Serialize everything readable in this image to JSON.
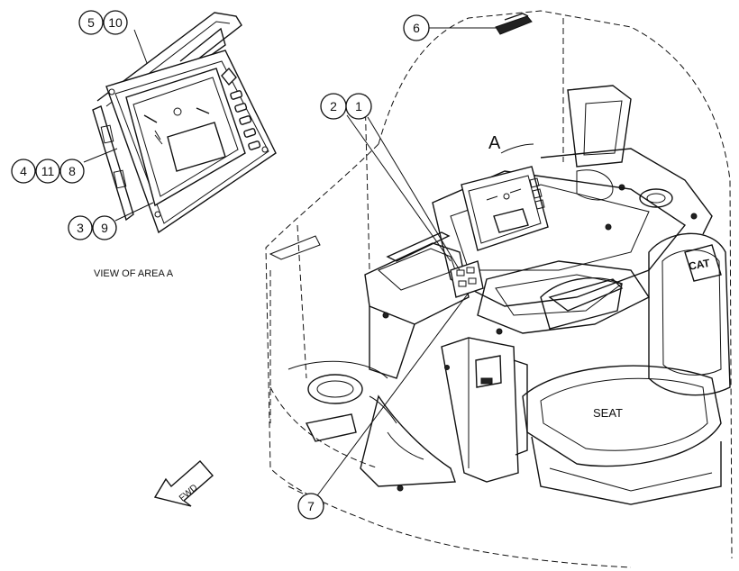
{
  "callouts": {
    "c1": "1",
    "c2": "2",
    "c3": "3",
    "c4": "4",
    "c5": "5",
    "c6": "6",
    "c7": "7",
    "c8": "8",
    "c9": "9",
    "c10": "10",
    "c11": "11"
  },
  "labels": {
    "view_of_area": "VIEW OF AREA  A",
    "area_marker": "A",
    "seat": "SEAT",
    "fwd": "FWD",
    "cat_logo": "CAT"
  }
}
